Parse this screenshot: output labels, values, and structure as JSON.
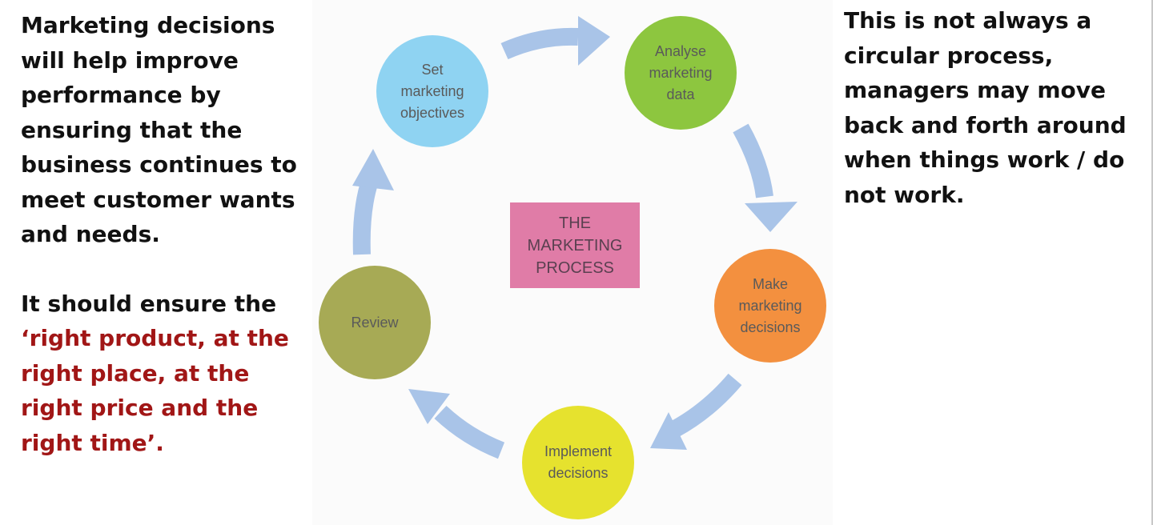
{
  "left_text": {
    "paragraph1": "Marketing decisions will help improve performance by ensuring that the business continues to meet customer wants and needs.",
    "paragraph2_prefix": "It should ensure the ",
    "paragraph2_highlight": "‘right product, at the right place, at the right price and the right time’."
  },
  "right_text": {
    "paragraph": "This is not always a circular process, managers may move back and forth around when things work / do not work."
  },
  "diagram": {
    "center_label": "THE\nMARKETING\nPROCESS",
    "nodes": [
      {
        "label": "Set\nmarketing\nobjectives",
        "color": "#8fd3f2"
      },
      {
        "label": "Analyse\nmarketing\ndata",
        "color": "#8dc63f"
      },
      {
        "label": "Make\nmarketing\ndecisions",
        "color": "#f3903f"
      },
      {
        "label": "Implement\ndecisions",
        "color": "#e6e22e"
      },
      {
        "label": "Review",
        "color": "#a7aa55"
      }
    ],
    "arrow_color": "#a9c4e8",
    "center_color": "#e07ca7"
  }
}
